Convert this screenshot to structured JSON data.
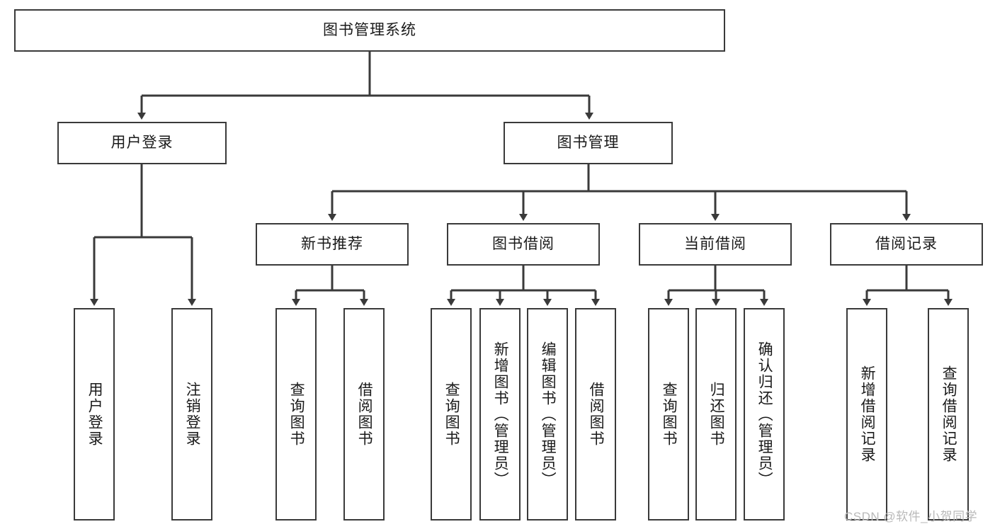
{
  "diagram": {
    "title": "图书管理系统",
    "type": "tree-hierarchy",
    "background_color": "#ffffff",
    "node_border_color": "#3a3a3a",
    "node_text_color": "#1a1a1a",
    "edge_color": "#3a3a3a"
  },
  "root": {
    "label": "图书管理系统"
  },
  "level2": {
    "user_login": "用户登录",
    "book_manage": "图书管理"
  },
  "level3": {
    "new_book_rec": "新书推荐",
    "book_borrow": "图书借阅",
    "current_borrow": "当前借阅",
    "borrow_record": "借阅记录"
  },
  "leaves": {
    "user_login": [
      "用户登录",
      "注销登录"
    ],
    "new_book_rec": [
      "查询图书",
      "借阅图书"
    ],
    "book_borrow": [
      "查询图书",
      "新增图书（管理员）",
      "编辑图书（管理员）",
      "借阅图书"
    ],
    "current_borrow": [
      "查询图书",
      "归还图书",
      "确认归还（管理员）"
    ],
    "borrow_record": [
      "新增借阅记录",
      "查询借阅记录"
    ]
  },
  "watermark": {
    "text": "CSDN @软件_小贺同学"
  },
  "chart_data": {
    "type": "table",
    "title": "图书管理系统 功能结构图",
    "nodes": [
      {
        "id": "root",
        "label": "图书管理系统",
        "level": 0,
        "parent": null
      },
      {
        "id": "user_login",
        "label": "用户登录",
        "level": 1,
        "parent": "root"
      },
      {
        "id": "book_manage",
        "label": "图书管理",
        "level": 1,
        "parent": "root"
      },
      {
        "id": "ul_1",
        "label": "用户登录",
        "level": 2,
        "parent": "user_login"
      },
      {
        "id": "ul_2",
        "label": "注销登录",
        "level": 2,
        "parent": "user_login"
      },
      {
        "id": "new_book_rec",
        "label": "新书推荐",
        "level": 2,
        "parent": "book_manage"
      },
      {
        "id": "book_borrow",
        "label": "图书借阅",
        "level": 2,
        "parent": "book_manage"
      },
      {
        "id": "current_borrow",
        "label": "当前借阅",
        "level": 2,
        "parent": "book_manage"
      },
      {
        "id": "borrow_record",
        "label": "借阅记录",
        "level": 2,
        "parent": "book_manage"
      },
      {
        "id": "nbr_1",
        "label": "查询图书",
        "level": 3,
        "parent": "new_book_rec"
      },
      {
        "id": "nbr_2",
        "label": "借阅图书",
        "level": 3,
        "parent": "new_book_rec"
      },
      {
        "id": "bb_1",
        "label": "查询图书",
        "level": 3,
        "parent": "book_borrow"
      },
      {
        "id": "bb_2",
        "label": "新增图书（管理员）",
        "level": 3,
        "parent": "book_borrow"
      },
      {
        "id": "bb_3",
        "label": "编辑图书（管理员）",
        "level": 3,
        "parent": "book_borrow"
      },
      {
        "id": "bb_4",
        "label": "借阅图书",
        "level": 3,
        "parent": "book_borrow"
      },
      {
        "id": "cb_1",
        "label": "查询图书",
        "level": 3,
        "parent": "current_borrow"
      },
      {
        "id": "cb_2",
        "label": "归还图书",
        "level": 3,
        "parent": "current_borrow"
      },
      {
        "id": "cb_3",
        "label": "确认归还（管理员）",
        "level": 3,
        "parent": "current_borrow"
      },
      {
        "id": "br_1",
        "label": "新增借阅记录",
        "level": 3,
        "parent": "borrow_record"
      },
      {
        "id": "br_2",
        "label": "查询借阅记录",
        "level": 3,
        "parent": "borrow_record"
      }
    ]
  }
}
